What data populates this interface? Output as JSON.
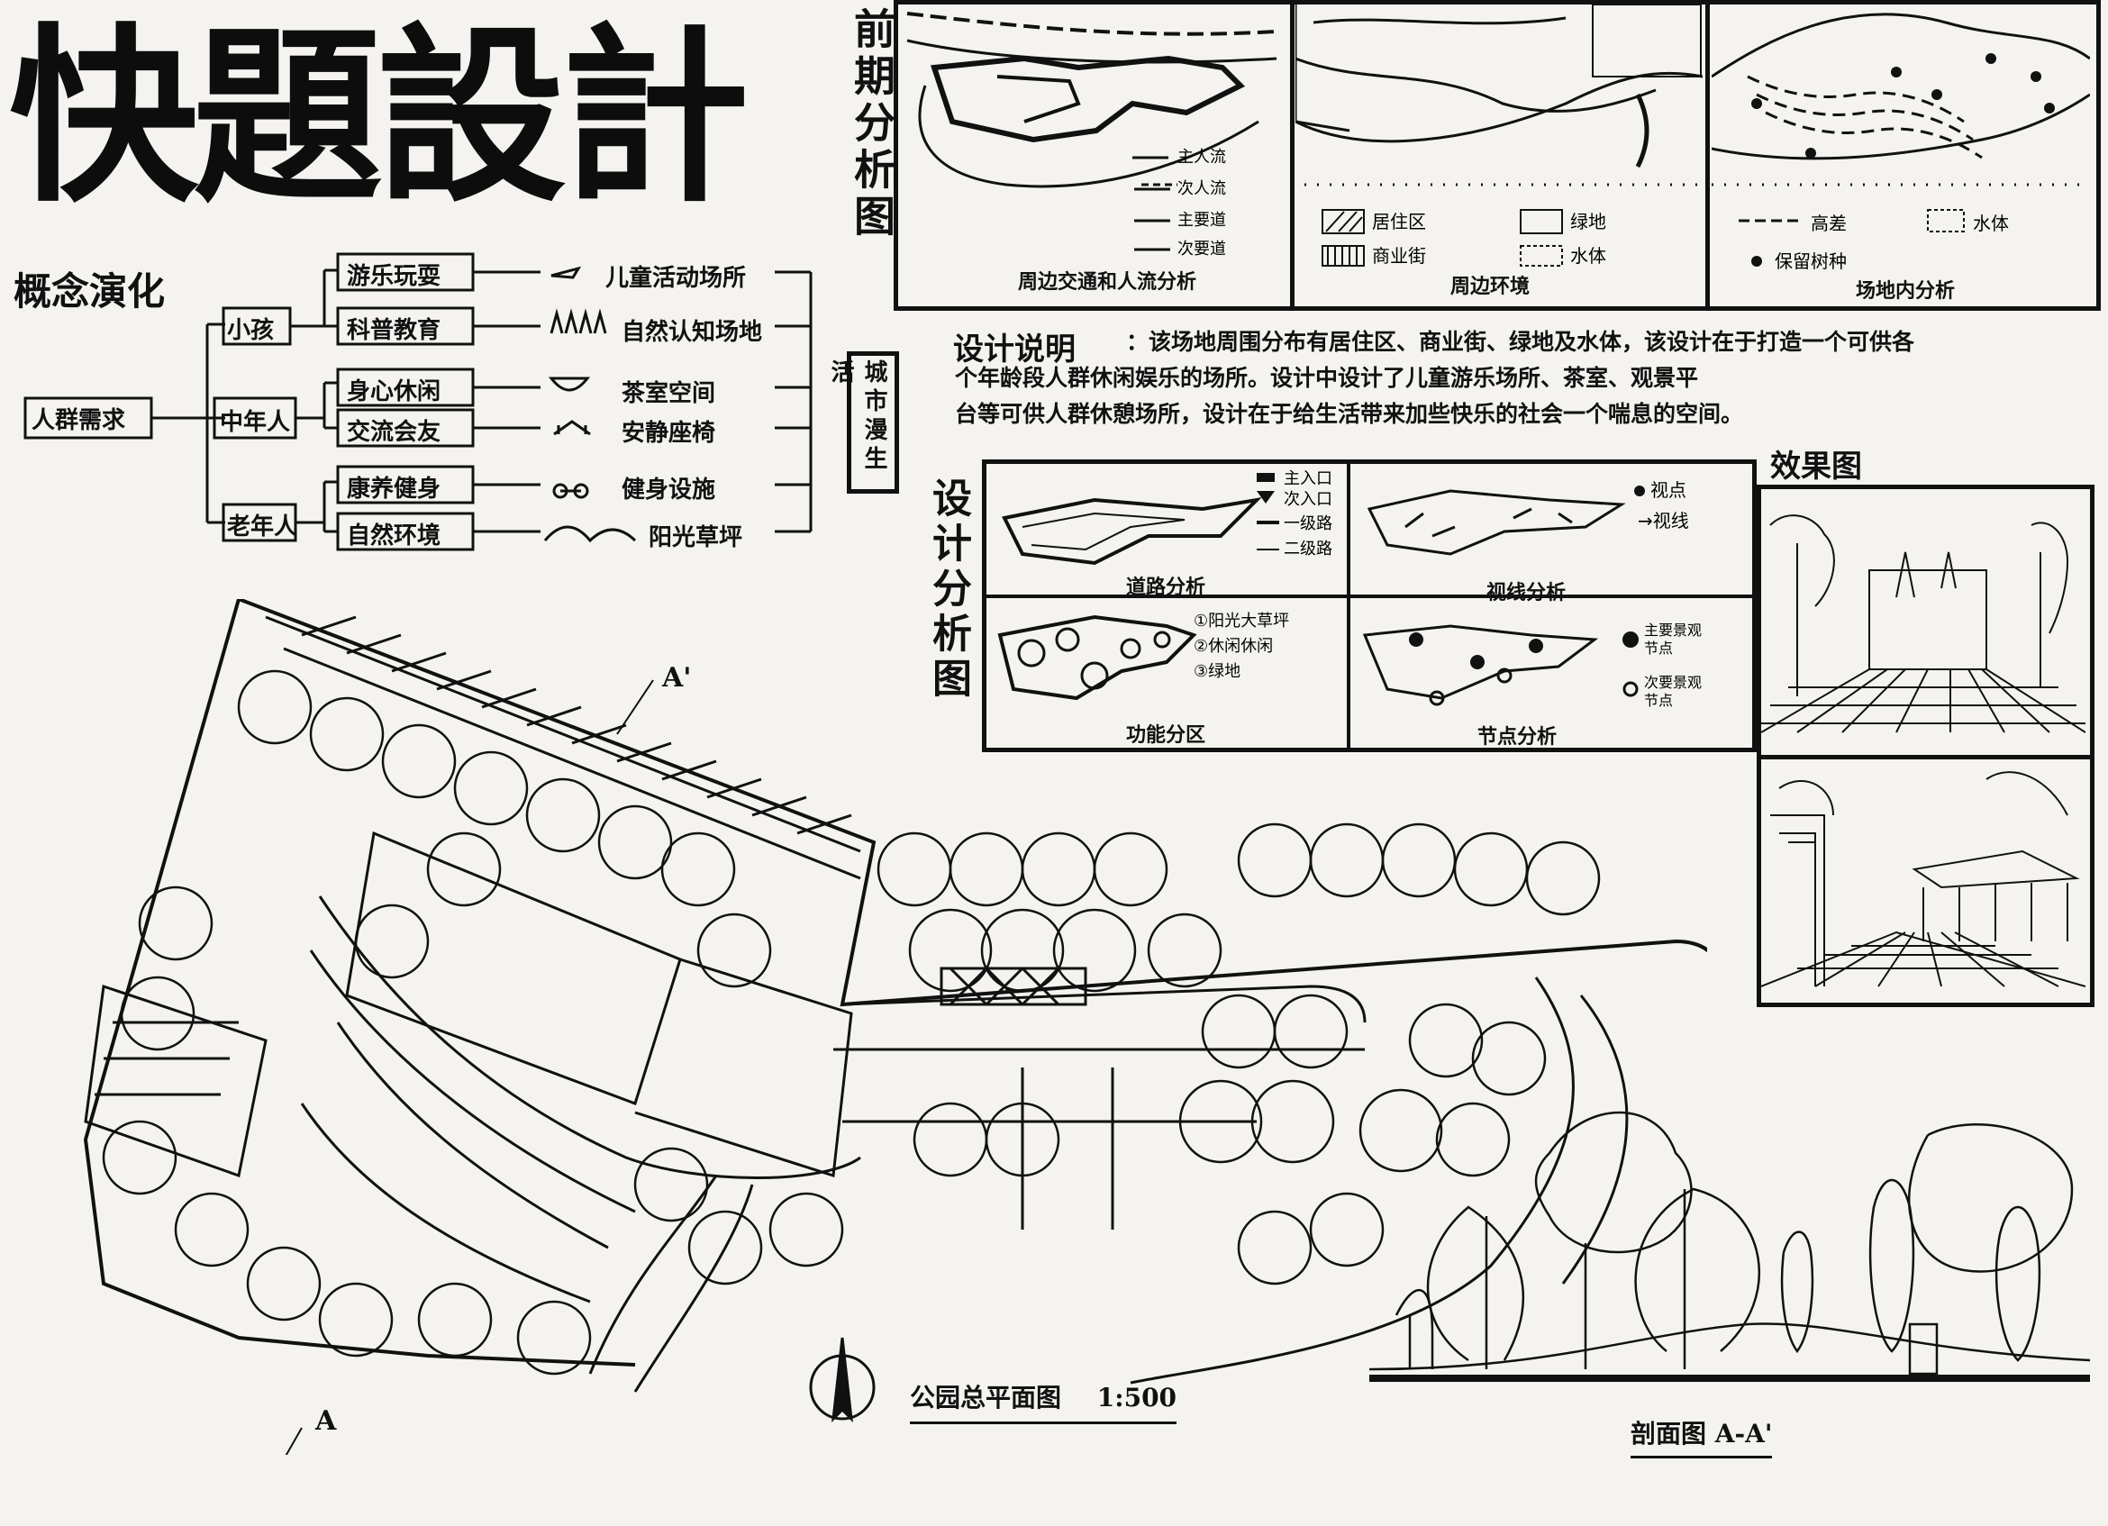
{
  "title": "快題設計",
  "concept": {
    "heading": "概念演化",
    "root": "人群需求",
    "groups": [
      "小孩",
      "中年人",
      "老年人"
    ],
    "needs": [
      "游乐玩耍",
      "科普教育",
      "身心休闲",
      "交流会友",
      "康养健身",
      "自然环境"
    ],
    "spaces": [
      "儿童活动场所",
      "自然认知场地",
      "茶室空间",
      "安静座椅",
      "健身设施",
      "阳光草坪"
    ],
    "result": "城市漫生活"
  },
  "pre_analysis": {
    "heading": "前期分析图",
    "panel1": {
      "legend": [
        "主人流",
        "次人流",
        "主要道",
        "次要道"
      ],
      "caption": "周边交通和人流分析"
    },
    "panel2": {
      "legend": [
        "居住区",
        "绿地",
        "商业街",
        "水体"
      ],
      "caption": "周边环境"
    },
    "panel3": {
      "legend": [
        "高差",
        "水体",
        "保留树种"
      ],
      "caption": "场地内分析"
    }
  },
  "design_notes": {
    "heading": "设计说明",
    "lines": [
      "：该场地周围分布有居住区、商业街、绿地及水体，该设计在于打造一个可供各",
      "个年龄段人群休闲娱乐的场所。设计中设计了儿童游乐场所、茶室、观景平",
      "台等可供人群休憩场所，设计在于给生活带来加些快乐的社会一个喘息的空间。"
    ]
  },
  "design_analysis": {
    "heading": "设计分析图",
    "road": {
      "legend": [
        "主入口",
        "次入口",
        "一级路",
        "二级路"
      ],
      "caption": "道路分析"
    },
    "view": {
      "legend": [
        "视点",
        "视线"
      ],
      "caption": "视线分析"
    },
    "function": {
      "legend": [
        "①阳光大草坪",
        "②休闲休闲",
        "③绿地"
      ],
      "caption": "功能分区"
    },
    "node": {
      "legend": [
        "主要景观节点",
        "次要景观节点"
      ],
      "caption": "节点分析"
    }
  },
  "effect": {
    "heading": "效果图"
  },
  "plan": {
    "caption": "公园总平面图",
    "scale": "1:500",
    "section_mark": "A",
    "section_mark_top": "A'"
  },
  "section": {
    "caption": "剖面图 A-A'"
  }
}
